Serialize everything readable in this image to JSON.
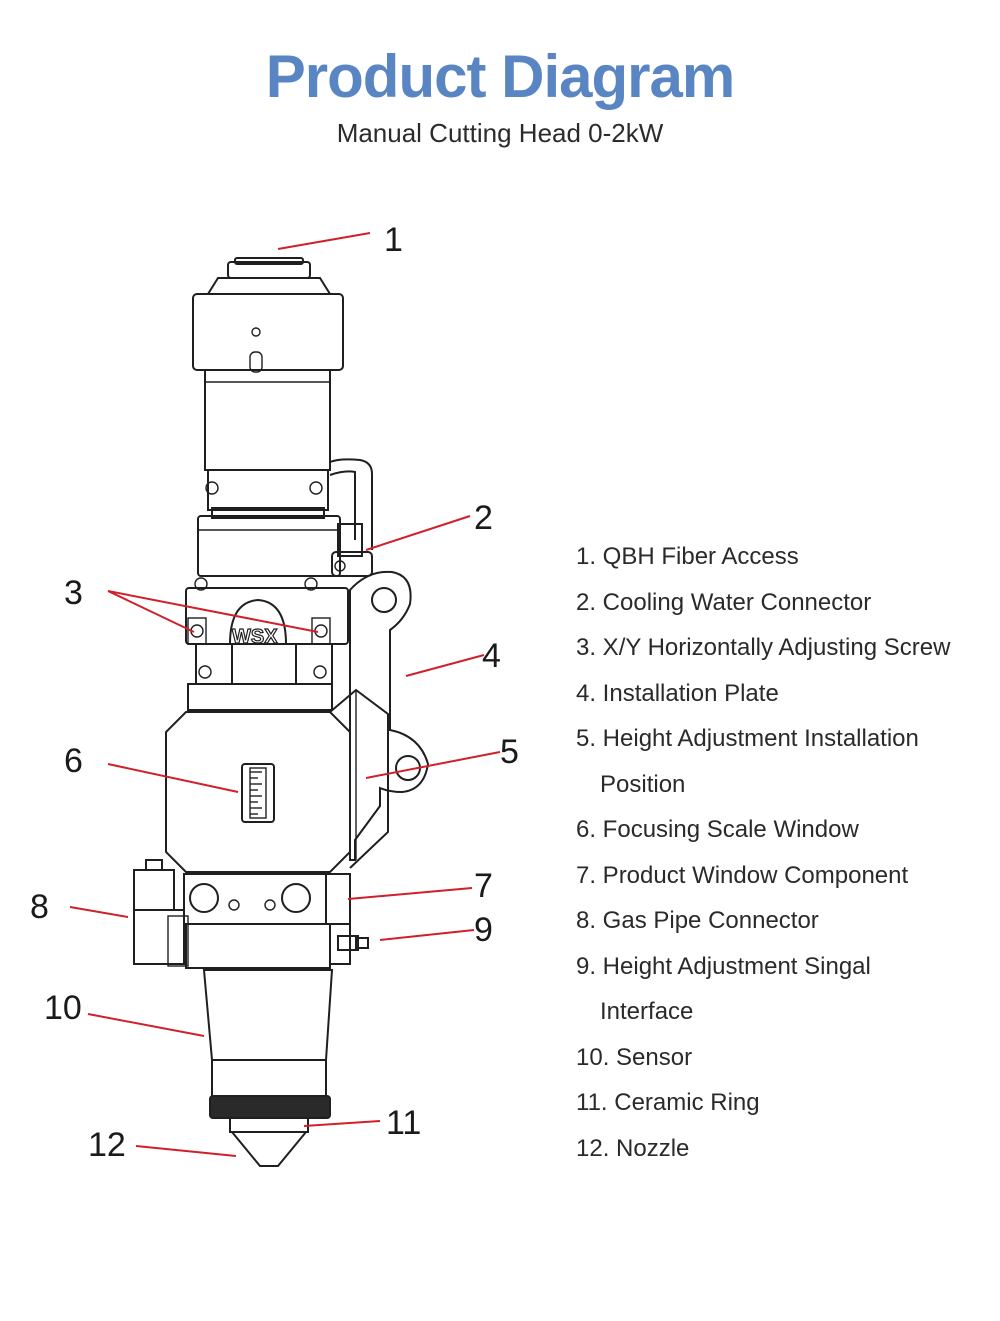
{
  "header": {
    "title": "Product Diagram",
    "subtitle": "Manual Cutting Head 0-2kW"
  },
  "drawing": {
    "brand_mark": "WSX",
    "callouts": [
      "1",
      "2",
      "3",
      "4",
      "5",
      "6",
      "7",
      "8",
      "9",
      "10",
      "11",
      "12"
    ]
  },
  "legend": {
    "items": [
      "1. QBH Fiber Access",
      "2. Cooling Water Connector",
      "3. X/Y Horizontally Adjusting Screw",
      "4. Installation Plate",
      "5. Height Adjustment Installation",
      "Position",
      "6. Focusing Scale Window",
      "7. Product Window Component",
      "8. Gas Pipe Connector",
      "9. Height Adjustment Singal",
      "Interface",
      "10. Sensor",
      "11. Ceramic Ring",
      "12. Nozzle"
    ]
  },
  "colors": {
    "title": "#5a85c3",
    "leader_lines": "#d0202a",
    "outline": "#1f1f1f",
    "accent_teal": "#2e8c86"
  }
}
